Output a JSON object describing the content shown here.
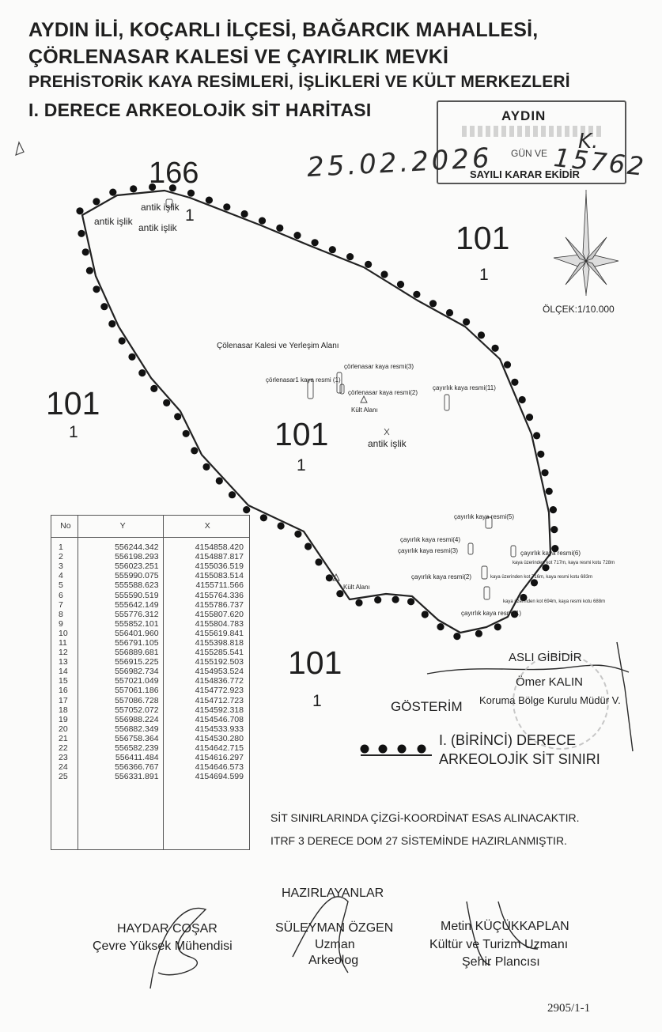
{
  "header": {
    "line1": "AYDIN İLİ, KOÇARLI İLÇESİ, BAĞARCIK MAHALLESİ,",
    "line2": "ÇÖRLENASAR KALESİ VE ÇAYIRLIK MEVKİ",
    "line3": "PREHİSTORİK KAYA RESİMLERİ, İŞLİKLERİ VE KÜLT MERKEZLERİ",
    "line4": "I. DERECE ARKEOLOJİK SİT HARİTASI"
  },
  "stamp": {
    "title": "AYDIN",
    "line2": "GÜN VE",
    "line3": "SAYILI KARAR EKİDİR"
  },
  "handwriting": {
    "date": "25.02.2026",
    "decision_no": "15762",
    "k": "K."
  },
  "scale": "ÖLÇEK:1/10.000",
  "north_arrow": {
    "icon": "north-arrow-icon"
  },
  "parcels": {
    "ada_top": "166",
    "ada_top_parsel": "1",
    "ne_ada": "101",
    "ne_parsel": "1",
    "west_ada": "101",
    "west_parsel": "1",
    "center_ada": "101",
    "center_parsel": "1",
    "south_ada": "101",
    "south_parsel": "1"
  },
  "features": {
    "antik_islik_1": "antik işlik",
    "antik_islik_2": "antik işlik",
    "antik_islik_3": "antik işlik",
    "antik_islik_center": "antik işlik",
    "kale_title": "Çölenasar Kalesi ve Yerleşim Alanı",
    "kaya_resmi_1": "çörlenasar1 kaya resmi (1)",
    "kaya_resmi_2": "çörlenasar kaya resmi(2)",
    "kaya_resmi_3": "çörlenasar kaya resmi(3)",
    "kult_alani_1": "Kült Alanı",
    "kult_alani_2": "Kült Alanı",
    "cayirlik_11": "çayırlık kaya resmi(11)",
    "cayirlik_5": "çayırlık kaya resmi(5)",
    "cayirlik_4": "çayırlık kaya resmi(4)",
    "cayirlik_3": "çayırlık kaya resmi(3)",
    "cayirlik_6": "çayırlık kaya resmi(6)",
    "cayirlik_2": "çayırlık kaya resmi(2)",
    "cayirlik_1": "çayırlık kaya resmi(1)",
    "kot_note_1": "kaya üzerinden kot 717m, kaya resmi kotu 728m",
    "kot_note_2": "kaya üzerinden kot 716m, kaya resmi kotu 683m",
    "kot_note_3": "kaya üzerinden kot 694m, kaya resmi kotu 688m"
  },
  "table": {
    "headers": [
      "No",
      "Y",
      "X"
    ],
    "rows": [
      [
        "1",
        "556244.342",
        "4154858.420"
      ],
      [
        "2",
        "556198.293",
        "4154887.817"
      ],
      [
        "3",
        "556023.251",
        "4155036.519"
      ],
      [
        "4",
        "555990.075",
        "4155083.514"
      ],
      [
        "5",
        "555588.623",
        "4155711.566"
      ],
      [
        "6",
        "555590.519",
        "4155764.336"
      ],
      [
        "7",
        "555642.149",
        "4155786.737"
      ],
      [
        "8",
        "555776.312",
        "4155807.620"
      ],
      [
        "9",
        "555852.101",
        "4155804.783"
      ],
      [
        "10",
        "556401.960",
        "4155619.841"
      ],
      [
        "11",
        "556791.105",
        "4155398.818"
      ],
      [
        "12",
        "556889.681",
        "4155285.541"
      ],
      [
        "13",
        "556915.225",
        "4155192.503"
      ],
      [
        "14",
        "556982.734",
        "4154953.524"
      ],
      [
        "15",
        "557021.049",
        "4154836.772"
      ],
      [
        "16",
        "557061.186",
        "4154772.923"
      ],
      [
        "17",
        "557086.728",
        "4154712.723"
      ],
      [
        "18",
        "557052.072",
        "4154592.318"
      ],
      [
        "19",
        "556988.224",
        "4154546.708"
      ],
      [
        "20",
        "556882.349",
        "4154533.933"
      ],
      [
        "21",
        "556758.364",
        "4154530.280"
      ],
      [
        "22",
        "556582.239",
        "4154642.715"
      ],
      [
        "23",
        "556411.484",
        "4154616.297"
      ],
      [
        "24",
        "556366.767",
        "4154646.573"
      ],
      [
        "25",
        "556331.891",
        "4154694.599"
      ]
    ]
  },
  "certification": {
    "line1": "ASLI GİBİDİR",
    "line2": "Ömer KALIN",
    "line3": "Koruma Bölge Kurulu Müdür V."
  },
  "legend": {
    "title": "GÖSTERİM",
    "line1": "I. (BİRİNCİ) DERECE",
    "line2": "ARKEOLOJİK SİT SINIRI"
  },
  "notes": {
    "n1": "SİT SINIRLARINDA ÇİZGİ-KOORDİNAT ESAS ALINACAKTIR.",
    "n2": "ITRF 3 DERECE DOM 27 SİSTEMİNDE HAZIRLANMIŞTIR."
  },
  "preparers": {
    "title": "HAZIRLAYANLAR",
    "p1_name": "HAYDAR COŞAR",
    "p1_title": "Çevre Yüksek Mühendisi",
    "p2_name": "SÜLEYMAN ÖZGEN",
    "p2_title1": "Uzman",
    "p2_title2": "Arkeolog",
    "p3_name": "Metin KÜÇÜKKAPLAN",
    "p3_title1": "Kültür ve Turizm Uzmanı",
    "p3_title2": "Şehir Plancısı"
  },
  "page_number": "2905/1-1"
}
